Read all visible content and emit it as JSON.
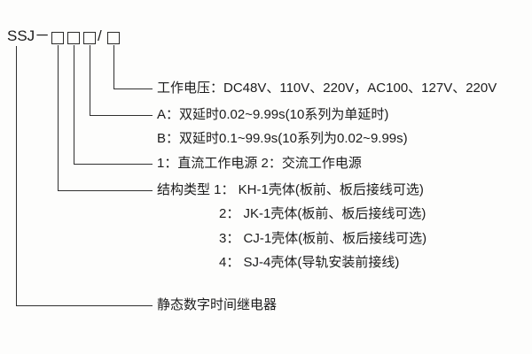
{
  "model": {
    "prefix": "SSJ－",
    "separator": "/"
  },
  "annotations": {
    "voltage": "工作电压：DC48V、110V、220V，AC100、127V、220V",
    "delay_a": "A：双延时0.02~9.99s(10系列为单延时)",
    "delay_b": "B：双延时0.1~99.9s(10系列为0.02~9.99s)",
    "power": "1：直流工作电源 2：交流工作电源",
    "structure": "结构类型 1： KH-1壳体(板前、板后接线可选)",
    "structure_2": "2： JK-1壳体(板前、板后接线可选)",
    "structure_3": "3： CJ-1壳体(板前、板后接线可选)",
    "structure_4": "4： SJ-4壳体(导轨安装前接线)",
    "product_name": "静态数字时间继电器"
  }
}
